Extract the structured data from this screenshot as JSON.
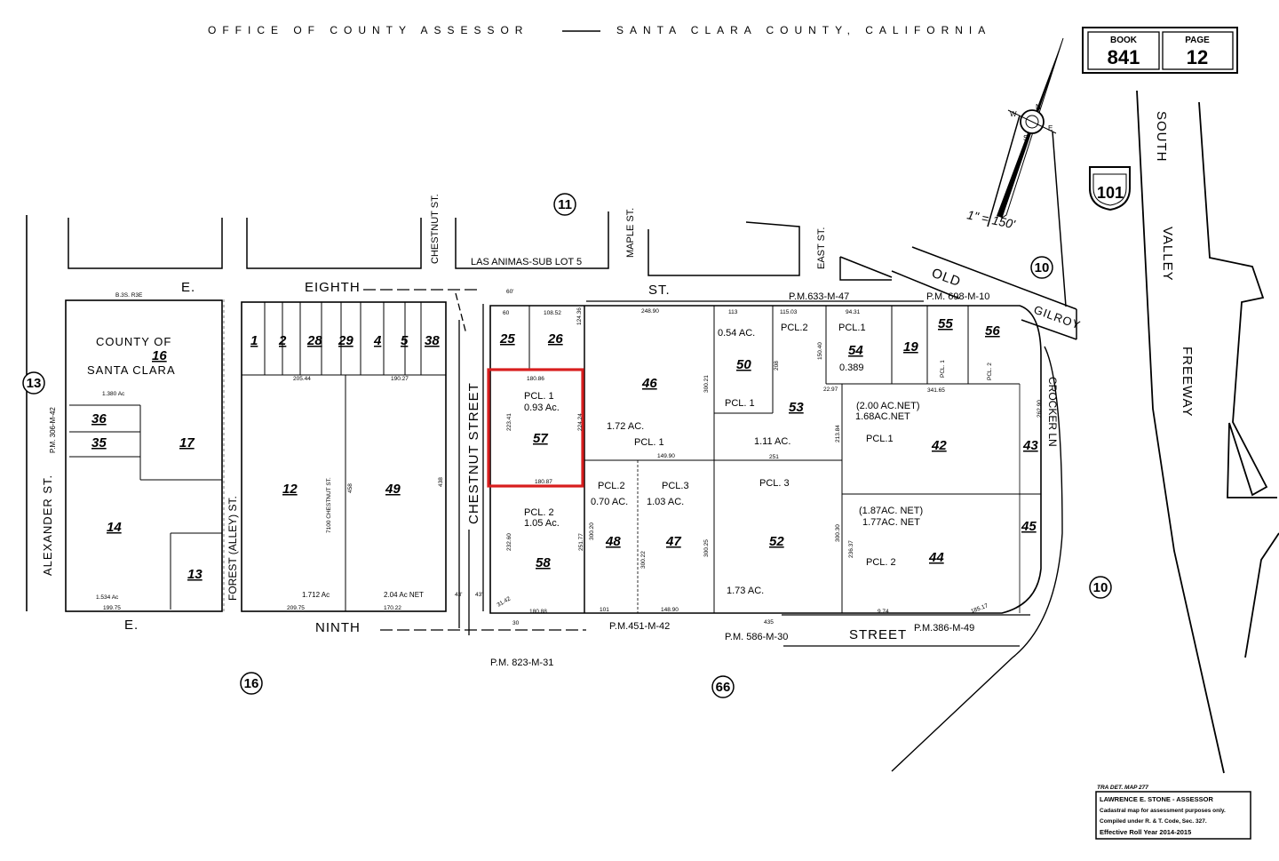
{
  "header": {
    "left": "OFFICE OF COUNTY ASSESSOR",
    "right": "SANTA CLARA COUNTY, CALIFORNIA"
  },
  "book_page": {
    "book_label": "BOOK",
    "book_value": "841",
    "page_label": "PAGE",
    "page_value": "12"
  },
  "north_arrow": {
    "scale": "1\" = 150'",
    "n": "N",
    "s": "S",
    "e": "E",
    "w": "W"
  },
  "highway": {
    "shield": "101"
  },
  "roads": {
    "south_valley_freeway": [
      "SOUTH",
      "VALLEY",
      "FREEWAY"
    ],
    "old_gilroy": [
      "OLD",
      "GILROY"
    ],
    "eighth": [
      "E.",
      "EIGHTH",
      "ST."
    ],
    "ninth": [
      "E.",
      "NINTH",
      "STREET"
    ],
    "chestnut_street": "CHESTNUT STREET",
    "chestnut_st_top": "CHESTNUT ST.",
    "maple_st": "MAPLE ST.",
    "east_st": "EAST ST.",
    "alexander_st": "ALEXANDER ST.",
    "forest_alley": "FOREST (ALLEY) ST.",
    "crocker_ln": "CROCKER LN",
    "las_animas": "LAS ANIMAS-SUB LOT 5",
    "chestnut_inner": "7100 CHESTNUT ST."
  },
  "map_refs": [
    {
      "id": "map-ref-11",
      "n": "11"
    },
    {
      "id": "map-ref-10-top",
      "n": "10"
    },
    {
      "id": "map-ref-13",
      "n": "13"
    },
    {
      "id": "map-ref-10-right",
      "n": "10"
    },
    {
      "id": "map-ref-16",
      "n": "16"
    },
    {
      "id": "map-ref-66",
      "n": "66"
    }
  ],
  "plat_refs": {
    "pm_633": "P.M.633-M-47",
    "pm_698": "P.M. 698-M-10",
    "pm_451": "P.M.451-M-42",
    "pm_586": "P.M. 586-M-30",
    "pm_386": "P.M.386-M-49",
    "pm_823": "P.M. 823-M-31",
    "pm_306": "P.M. 306-M-42",
    "b35": "B.3S. R3E"
  },
  "parcels": [
    {
      "n": "16"
    },
    {
      "n": "36"
    },
    {
      "n": "35"
    },
    {
      "n": "17"
    },
    {
      "n": "14"
    },
    {
      "n": "13"
    },
    {
      "n": "1"
    },
    {
      "n": "2"
    },
    {
      "n": "28"
    },
    {
      "n": "29"
    },
    {
      "n": "4"
    },
    {
      "n": "5"
    },
    {
      "n": "38"
    },
    {
      "n": "12"
    },
    {
      "n": "49"
    },
    {
      "n": "25"
    },
    {
      "n": "26"
    },
    {
      "n": "57"
    },
    {
      "n": "58"
    },
    {
      "n": "46"
    },
    {
      "n": "48"
    },
    {
      "n": "47"
    },
    {
      "n": "50"
    },
    {
      "n": "53"
    },
    {
      "n": "54"
    },
    {
      "n": "19"
    },
    {
      "n": "55"
    },
    {
      "n": "56"
    },
    {
      "n": "52"
    },
    {
      "n": "42"
    },
    {
      "n": "44"
    },
    {
      "n": "43"
    },
    {
      "n": "45"
    }
  ],
  "notes": {
    "county_of": "COUNTY OF",
    "santa_clara": "SANTA CLARA",
    "ac_1380": "1.380 Ac",
    "ac_1534": "1.534 Ac",
    "ac_1712": "1.712 Ac",
    "ac_204": "2.04 Ac NET",
    "pcl1": "PCL. 1",
    "ac_093": "0.93 Ac.",
    "pcl2": "PCL. 2",
    "ac_105": "1.05 Ac.",
    "ac_172": "1.72 AC.",
    "pcl1_b": "PCL. 1",
    "pcl2_b": "PCL.2",
    "ac_070": "0.70 AC.",
    "pcl3_b": "PCL.3",
    "ac_103": "1.03 AC.",
    "ac_054": "0.54 AC.",
    "pcl1_c": "PCL. 1",
    "ac_111": "1.11 AC.",
    "pcl2_c": "PCL.2",
    "pcl1_d": "PCL.1",
    "ac_0389": "0.389",
    "pcl3_c": "PCL. 3",
    "ac_173": "1.73 AC.",
    "ac_200": "(2.00 AC.NET)",
    "ac_168": "1.68AC.NET",
    "pcl1_e": "PCL.1",
    "ac_187": "(1.87AC. NET)",
    "ac_177": "1.77AC. NET",
    "pcl2_e": "PCL. 2",
    "pcl1_f": "PCL. 1",
    "pcl2_f": "PCL. 2",
    "d60": "60",
    "d108": "108.52",
    "d180a": "180.86",
    "d180b": "180.87",
    "d180c": "180.88",
    "d124": "124.36",
    "d223": "223.41",
    "d224": "224.24",
    "d232": "232.60",
    "d251": "251.77",
    "d248": "248.90",
    "d300a": "300.21",
    "d300b": "300.20",
    "d300c": "300.22",
    "d300d": "300.25",
    "d148": "148.90",
    "d101": "101",
    "d149": "149.90",
    "d113": "113",
    "d115": "115.03",
    "d94": "94.31",
    "d251b": "251",
    "d435": "435",
    "d341": "341.65",
    "d185": "185.17",
    "d262": "262.90",
    "d213": "213.84",
    "d208": "208",
    "d150": "150.40",
    "d22": "22.97",
    "d31": "31.42",
    "d43a": "43'",
    "d43b": "43'",
    "d30": "30",
    "d60b": "60'",
    "d205": "205.44",
    "d190": "190.27",
    "d438": "438",
    "d458": "458",
    "d209": "209.75",
    "d199": "199.75",
    "d170": "170.22",
    "d236": "236.37",
    "d300e": "300.30",
    "d9": "9.74"
  },
  "assessor_box": {
    "tra": "TRA DET. MAP 277",
    "line1": "LAWRENCE E. STONE - ASSESSOR",
    "line2": "Cadastral map for assessment purposes only.",
    "line3": "Compiled under R. & T. Code, Sec. 327.",
    "line4": "Effective Roll Year 2014-2015"
  },
  "colors": {
    "highlight": "#d81e1e",
    "ink": "#000000"
  }
}
